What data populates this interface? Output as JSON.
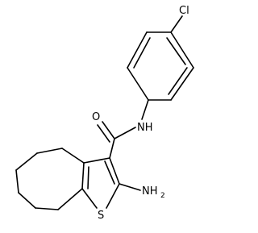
{
  "molecule": {
    "atoms": {
      "chlorine": "Cl",
      "oxygen": "O",
      "amide_nitrogen": "NH",
      "sulfur": "S",
      "amino_group": "NH",
      "amino_subscript": "2"
    },
    "colors": {
      "bonds": "#000000",
      "labels": "#000000",
      "background": "#ffffff"
    }
  }
}
